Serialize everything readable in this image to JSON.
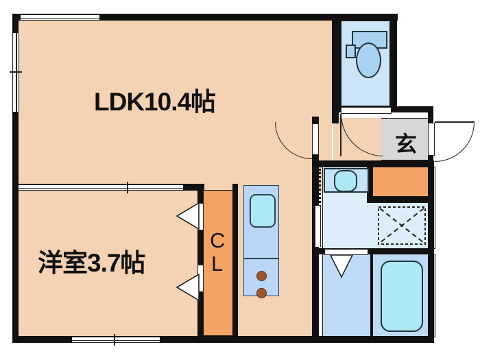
{
  "plan": {
    "type": "floor-plan",
    "title": "1LDK apartment floor plan",
    "rooms": [
      {
        "id": "ldk",
        "label": "LDK10.4帖",
        "name": "living-dining-kitchen",
        "size_jo": 10.4,
        "floor_color": "#F4D3B4"
      },
      {
        "id": "bedroom",
        "label": "洋室3.7帖",
        "name": "western-style-room",
        "size_jo": 3.7,
        "floor_color": "#F4D3B4"
      },
      {
        "id": "closet",
        "label_line1": "C",
        "label_line2": "L",
        "name": "closet",
        "floor_color": "#F3A464"
      },
      {
        "id": "entrance",
        "label": "玄",
        "name": "entrance-genkan",
        "floor_color": "#D7D7D7"
      },
      {
        "id": "toilet",
        "label": "",
        "name": "toilet-room",
        "floor_color": "#CBE4F7"
      },
      {
        "id": "washroom",
        "label": "",
        "name": "washroom-laundry",
        "floor_color": "#DDEEFB"
      },
      {
        "id": "bathroom",
        "label": "",
        "name": "bathroom-unit-bath",
        "floor_color": "#BFDAF7"
      }
    ],
    "fixtures": [
      {
        "name": "toilet-fixture",
        "room": "toilet"
      },
      {
        "name": "washbasin",
        "room": "washroom"
      },
      {
        "name": "washing-machine-pan",
        "room": "washroom"
      },
      {
        "name": "bathtub",
        "room": "bathroom"
      },
      {
        "name": "kitchen-sink",
        "room": "ldk"
      },
      {
        "name": "gas-burners",
        "room": "ldk",
        "count": 2
      },
      {
        "name": "shoe-cabinet",
        "room": "entrance"
      }
    ],
    "openings": [
      {
        "name": "window-ldk-top",
        "kind": "sliding-window"
      },
      {
        "name": "window-ldk-left",
        "kind": "sliding-window"
      },
      {
        "name": "window-bedroom-top",
        "kind": "sliding-window"
      },
      {
        "name": "window-bedroom-bottom",
        "kind": "sliding-window"
      },
      {
        "name": "door-entrance",
        "kind": "hinged-door"
      },
      {
        "name": "door-ldk-entry",
        "kind": "hinged-door"
      },
      {
        "name": "door-toilet",
        "kind": "hinged-door"
      },
      {
        "name": "door-washroom",
        "kind": "sliding-door"
      },
      {
        "name": "door-bathroom",
        "kind": "folding-door"
      },
      {
        "name": "door-closet",
        "kind": "folding-door"
      }
    ],
    "colors": {
      "wall": "#111111",
      "floor": "#F4D3B4",
      "closet_orange": "#F3A464",
      "water_light": "#DDEEFB",
      "water_mid": "#BFDAF7",
      "water_deep": "#ADE8F4",
      "entrance_gray": "#D7D7D7",
      "kitchen_blue": "#B9D6F7",
      "burner_brown": "#A0562A"
    }
  }
}
